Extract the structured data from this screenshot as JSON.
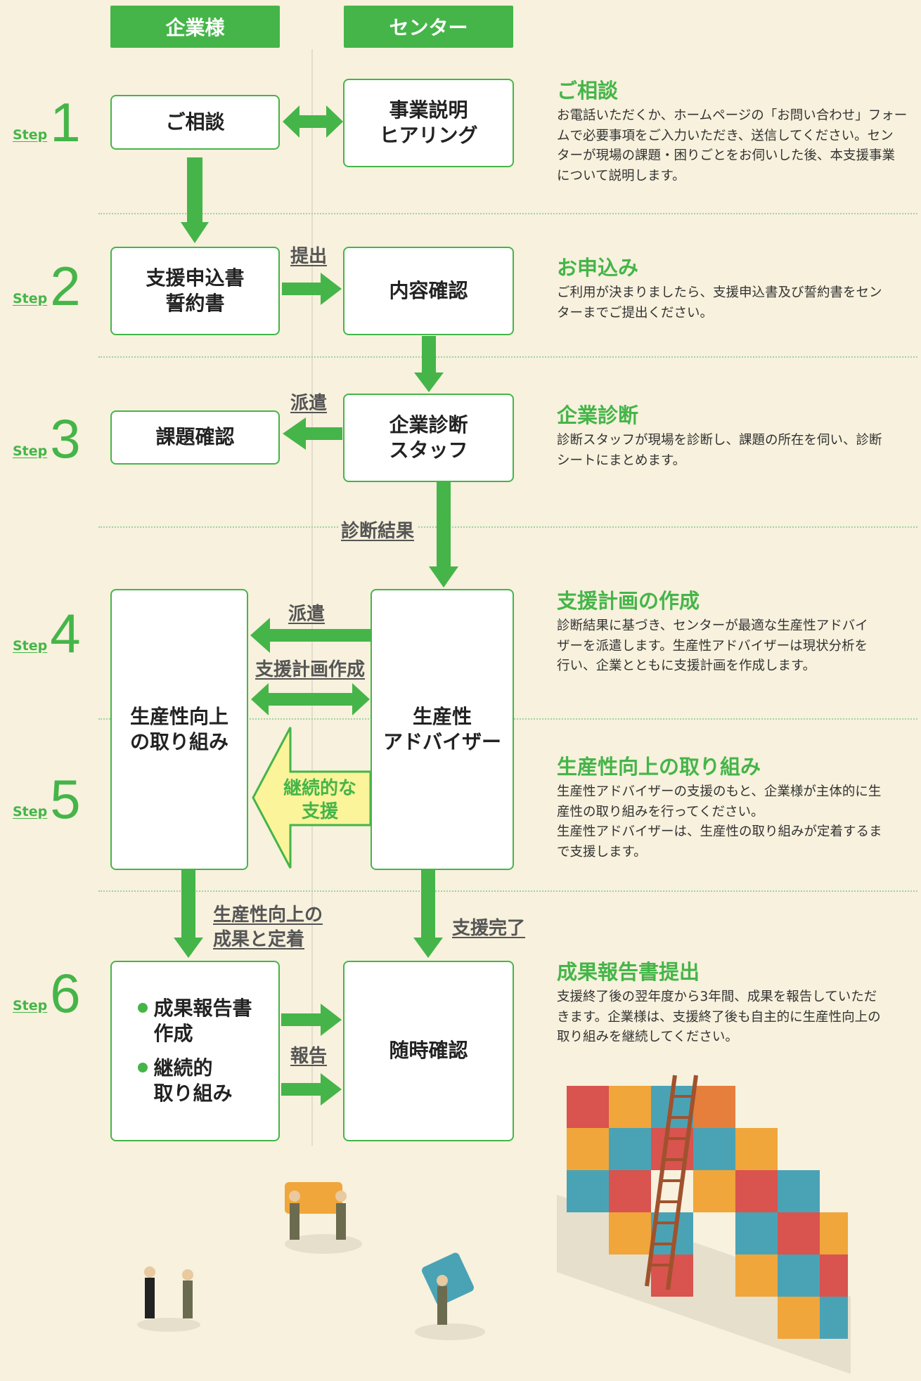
{
  "columns": {
    "company": "企業様",
    "center": "センター"
  },
  "step_word": "Step",
  "steps": [
    {
      "number": "1"
    },
    {
      "number": "2"
    },
    {
      "number": "3"
    },
    {
      "number": "4"
    },
    {
      "number": "5"
    },
    {
      "number": "6"
    }
  ],
  "boxes": {
    "consult": "ご相談",
    "explain": [
      "事業説明",
      "ヒアリング"
    ],
    "application": [
      "支援申込書",
      "誓約書"
    ],
    "content_check": "内容確認",
    "issue_check": "課題確認",
    "diagnosis_staff": [
      "企業診断",
      "スタッフ"
    ],
    "productivity_effort": [
      "生産性向上",
      "の取り組み"
    ],
    "advisor": [
      "生産性",
      "アドバイザー"
    ],
    "report_items": [
      [
        "成果報告書",
        "作成"
      ],
      [
        "継続的",
        "取り組み"
      ]
    ],
    "anytime_check": "随時確認"
  },
  "arrow_labels": {
    "submit": "提出",
    "dispatch1": "派遣",
    "diagnosis_result": "診断結果",
    "dispatch2": "派遣",
    "plan_creation": "支援計画作成",
    "continuous_support": [
      "継続的な",
      "支援"
    ],
    "result_settle": [
      "生産性向上の",
      "成果と定着"
    ],
    "support_done": "支援完了",
    "report": "報告"
  },
  "descriptions": [
    {
      "title": "ご相談",
      "lines": [
        "お電話いただくか、ホームページの「お問い合わせ」フォー",
        "ムで必要事項をご入力いただき、送信してください。セン",
        "ターが現場の課題・困りごとをお伺いした後、本支援事業",
        "について説明します。"
      ]
    },
    {
      "title": "お申込み",
      "lines": [
        "ご利用が決まりましたら、支援申込書及び誓約書をセン",
        "ターまでご提出ください。"
      ]
    },
    {
      "title": "企業診断",
      "lines": [
        "診断スタッフが現場を診断し、課題の所在を伺い、診断",
        "シートにまとめます。"
      ]
    },
    {
      "title": "支援計画の作成",
      "lines": [
        "診断結果に基づき、センターが最適な生産性アドバイ",
        "ザーを派遣します。生産性アドバイザーは現状分析を",
        "行い、企業とともに支援計画を作成します。"
      ]
    },
    {
      "title": "生産性向上の取り組み",
      "lines": [
        "生産性アドバイザーの支援のもと、企業様が主体的に生",
        "産性の取り組みを行ってください。",
        "生産性アドバイザーは、生産性の取り組みが定着するま",
        "で支援します。"
      ]
    },
    {
      "title": "成果報告書提出",
      "lines": [
        "支援終了後の翌年度から3年間、成果を報告していただ",
        "きます。企業様は、支援終了後も自主的に生産性向上の",
        "取り組みを継続してください。"
      ]
    }
  ],
  "colors": {
    "accent": "#45b549",
    "background": "#f7f1dd",
    "yellow_arrow": "#fbf49a"
  }
}
